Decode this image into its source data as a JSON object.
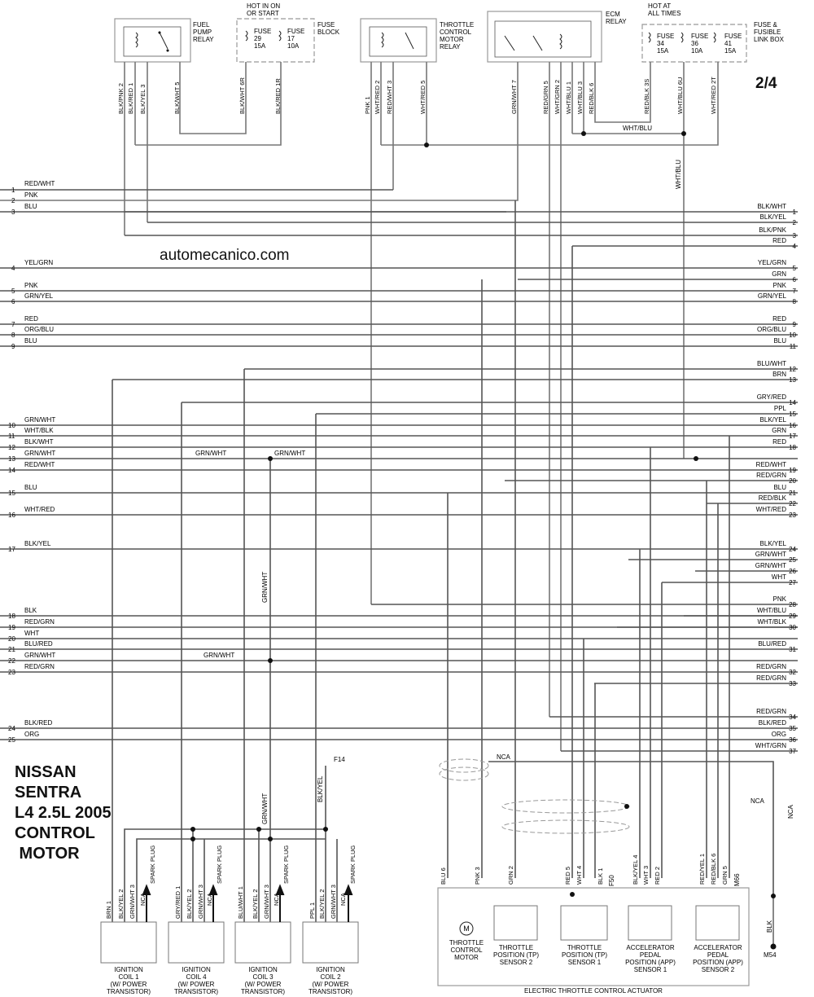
{
  "page_number": "2/4",
  "watermark": "automecanico.com",
  "title_lines": [
    "NISSAN",
    "SENTRA",
    "L4 2.5L 2005",
    "CONTROL",
    " MOTOR"
  ],
  "boxes": {
    "fuel_pump_relay": [
      "FUEL",
      "PUMP",
      "RELAY"
    ],
    "fuse_block": [
      "FUSE",
      "BLOCK"
    ],
    "hot_in_on": [
      "HOT IN ON",
      "OR START"
    ],
    "throttle_relay": [
      "THROTTLE",
      "CONTROL",
      "MOTOR",
      "RELAY"
    ],
    "ecm_relay": [
      "ECM",
      "RELAY"
    ],
    "hot_at_all_times": [
      "HOT AT",
      "ALL TIMES"
    ],
    "fuse_link_box": [
      "FUSE &",
      "FUSIBLE",
      "LINK BOX"
    ],
    "fuses_block": [
      [
        "FUSE",
        "29",
        "15A"
      ],
      [
        "FUSE",
        "17",
        "10A"
      ]
    ],
    "fuses_link": [
      [
        "FUSE",
        "34",
        "15A"
      ],
      [
        "FUSE",
        "36",
        "10A"
      ],
      [
        "FUSE",
        "41",
        "15A"
      ]
    ]
  },
  "top_pins": [
    {
      "label": "BLK/PNK 2"
    },
    {
      "label": "BLK/RED 1"
    },
    {
      "label": "BLK/YEL 3"
    },
    {
      "label": "BLK/WHT 5"
    },
    {
      "label": "BLK/WHT 6R"
    },
    {
      "label": "BLK/RED 1R"
    },
    {
      "label": "PNK 1"
    },
    {
      "label": "WHT/RED 2"
    },
    {
      "label": "RED/WHT 3"
    },
    {
      "label": "WHT/RED 5"
    },
    {
      "label": "GRN/WHT 7"
    },
    {
      "label": "RED/GRN 5"
    },
    {
      "label": "WHT/GRN 2"
    },
    {
      "label": "WHT/BLU 1"
    },
    {
      "label": "WHT/BLU 3"
    },
    {
      "label": "RED/BLK 6"
    },
    {
      "label": "RED/BLK 3S"
    },
    {
      "label": "WHT/BLU 6U"
    },
    {
      "label": "WHT/RED 2T"
    }
  ],
  "left_wires": [
    {
      "num": "1",
      "color": "RED/WHT"
    },
    {
      "num": "2",
      "color": "PNK"
    },
    {
      "num": "3",
      "color": "BLU"
    },
    {
      "num": "4",
      "color": "YEL/GRN"
    },
    {
      "num": "5",
      "color": "PNK"
    },
    {
      "num": "6",
      "color": "GRN/YEL"
    },
    {
      "num": "7",
      "color": "RED"
    },
    {
      "num": "8",
      "color": "ORG/BLU"
    },
    {
      "num": "9",
      "color": "BLU"
    },
    {
      "num": "10",
      "color": "GRN/WHT"
    },
    {
      "num": "11",
      "color": "WHT/BLK"
    },
    {
      "num": "12",
      "color": "BLK/WHT"
    },
    {
      "num": "13",
      "color": "GRN/WHT"
    },
    {
      "num": "14",
      "color": "RED/WHT"
    },
    {
      "num": "15",
      "color": "BLU"
    },
    {
      "num": "16",
      "color": "WHT/RED"
    },
    {
      "num": "17",
      "color": "BLK/YEL"
    },
    {
      "num": "18",
      "color": "BLK"
    },
    {
      "num": "19",
      "color": "RED/GRN"
    },
    {
      "num": "20",
      "color": "WHT"
    },
    {
      "num": "21",
      "color": "BLU/RED"
    },
    {
      "num": "22",
      "color": "GRN/WHT"
    },
    {
      "num": "23",
      "color": "RED/GRN"
    },
    {
      "num": "24",
      "color": "BLK/RED"
    },
    {
      "num": "25",
      "color": "ORG"
    }
  ],
  "right_wires": [
    {
      "num": "1",
      "color": "BLK/WHT"
    },
    {
      "num": "2",
      "color": "BLK/YEL"
    },
    {
      "num": "3",
      "color": "BLK/PNK"
    },
    {
      "num": "4",
      "color": "RED"
    },
    {
      "num": "5",
      "color": "YEL/GRN"
    },
    {
      "num": "6",
      "color": "GRN"
    },
    {
      "num": "7",
      "color": "PNK"
    },
    {
      "num": "8",
      "color": "GRN/YEL"
    },
    {
      "num": "9",
      "color": "RED"
    },
    {
      "num": "10",
      "color": "ORG/BLU"
    },
    {
      "num": "11",
      "color": "BLU"
    },
    {
      "num": "12",
      "color": "BLU/WHT"
    },
    {
      "num": "13",
      "color": "BRN"
    },
    {
      "num": "14",
      "color": "GRY/RED"
    },
    {
      "num": "15",
      "color": "PPL"
    },
    {
      "num": "16",
      "color": "BLK/YEL"
    },
    {
      "num": "17",
      "color": "GRN"
    },
    {
      "num": "18",
      "color": "RED"
    },
    {
      "num": "19",
      "color": "RED/WHT"
    },
    {
      "num": "20",
      "color": "RED/GRN"
    },
    {
      "num": "21",
      "color": "BLU"
    },
    {
      "num": "22",
      "color": "RED/BLK"
    },
    {
      "num": "23",
      "color": "WHT/RED"
    },
    {
      "num": "24",
      "color": "BLK/YEL"
    },
    {
      "num": "25",
      "color": "GRN/WHT"
    },
    {
      "num": "26",
      "color": "GRN/WHT"
    },
    {
      "num": "27",
      "color": "WHT"
    },
    {
      "num": "28",
      "color": "PNK"
    },
    {
      "num": "29",
      "color": "WHT/BLU"
    },
    {
      "num": "30",
      "color": "WHT/BLK"
    },
    {
      "num": "31",
      "color": "BLU/RED"
    },
    {
      "num": "32",
      "color": "RED/GRN"
    },
    {
      "num": "33",
      "color": "RED/GRN"
    },
    {
      "num": "34",
      "color": "RED/GRN"
    },
    {
      "num": "35",
      "color": "BLK/RED"
    },
    {
      "num": "36",
      "color": "ORG"
    },
    {
      "num": "37",
      "color": "WHT/GRN"
    }
  ],
  "mid_labels": {
    "wht_blu_a": "WHT/BLU",
    "wht_blu_b": "WHT/BLU",
    "grn_wht_a": "GRN/WHT",
    "grn_wht_b": "GRN/WHT",
    "grn_wht_c": "GRN/WHT",
    "grn_wht_d": "GRN/WHT",
    "grn_wht_e": "GRN/WHT",
    "blk_yel": "BLK/YEL",
    "f14": "F14",
    "nca1": "NCA",
    "nca2": "NCA",
    "nca3": "NCA",
    "f50": "F50",
    "m66": "M66",
    "m54": "M54",
    "blk": "BLK"
  },
  "coils": [
    {
      "title": "IGNITION",
      "name": "COIL 1",
      "sub": "(W/ POWER",
      "sub2": "TRANSISTOR)",
      "pins": [
        "BRN 1",
        "BLK/YEL 2",
        "GRN/WHT 3",
        "NCA",
        "SPARK PLUG"
      ]
    },
    {
      "title": "IGNITION",
      "name": "COIL 4",
      "sub": "(W/ POWER",
      "sub2": "TRANSISTOR)",
      "pins": [
        "GRY/RED 1",
        "BLK/YEL 2",
        "GRN/WHT 3",
        "NCA",
        "SPARK PLUG"
      ]
    },
    {
      "title": "IGNITION",
      "name": "COIL 3",
      "sub": "(W/ POWER",
      "sub2": "TRANSISTOR)",
      "pins": [
        "BLU/WHT 1",
        "BLK/YEL 2",
        "GRN/WHT 3",
        "NCA",
        "SPARK PLUG"
      ]
    },
    {
      "title": "IGNITION",
      "name": "COIL 2",
      "sub": "(W/ POWER",
      "sub2": "TRANSISTOR)",
      "pins": [
        "PPL 1",
        "BLK/YEL 2",
        "GRN/WHT 3",
        "NCA",
        "SPARK PLUG"
      ]
    }
  ],
  "actuator": {
    "title": "ELECTRIC THROTTLE CONTROL ACTUATOR",
    "motor": [
      "THROTTLE",
      "CONTROL",
      "MOTOR"
    ],
    "tp2": [
      "THROTTLE",
      "POSITION (TP)",
      "SENSOR 2"
    ],
    "tp1": [
      "THROTTLE",
      "POSITION (TP)",
      "SENSOR 1"
    ],
    "app1": [
      "ACCELERATOR",
      "PEDAL",
      "POSITION (APP)",
      "SENSOR 1"
    ],
    "app2": [
      "ACCELERATOR",
      "PEDAL",
      "POSITION (APP)",
      "SENSOR 2"
    ],
    "pins": [
      "BLU 6",
      "PNK 3",
      "GRN 2",
      "RED 5",
      "WHT 4",
      "BLK 1",
      "BLK/YEL 4",
      "WHT 3",
      "RED 2",
      "RED/YEL 1",
      "RED/BLK 6",
      "GRN 5"
    ]
  }
}
